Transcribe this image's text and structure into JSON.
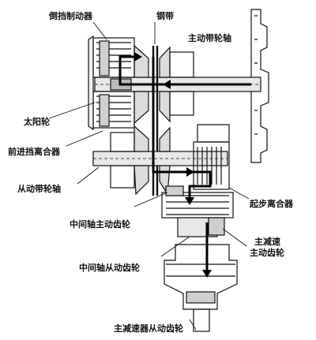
{
  "labels": {
    "reverse_brake": "倒挡制动器",
    "steel_belt": "钢带",
    "drive_pulley_shaft": "主动带轮轴",
    "sun_gear": "太阳轮",
    "forward_clutch": "前进挡离合器",
    "driven_pulley_shaft": "从动带轮轴",
    "start_clutch": "起步离合器",
    "countershaft_drive_gear": "中间轴主动齿轮",
    "final_drive_gear_line1": "主减速",
    "final_drive_gear_line2": "主动齿轮",
    "countershaft_driven_gear": "中间轴从动齿轮",
    "final_driven_gear": "主减速器从动齿轮"
  },
  "colors": {
    "ink": "#111111",
    "flow_arrow": "#000000",
    "background": "#ffffff"
  }
}
